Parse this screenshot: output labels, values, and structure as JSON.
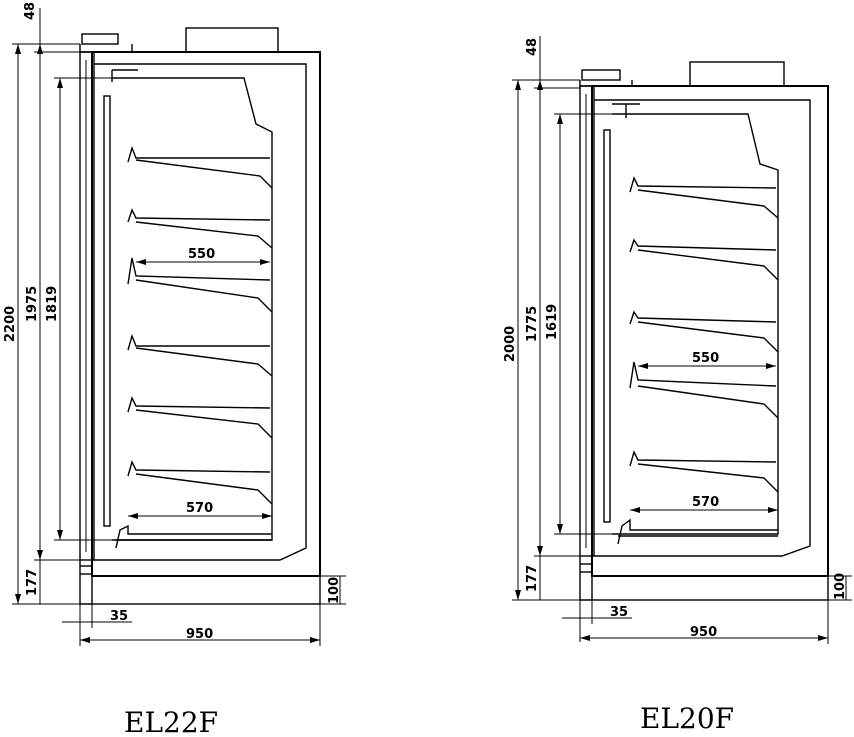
{
  "left_unit": {
    "model": "EL22F",
    "dims": {
      "total_height": "2200",
      "height_1975": "1975",
      "inner_height": "1819",
      "top": "48",
      "base": "177",
      "shelf_depth": "550",
      "bottom_depth": "570",
      "door": "35",
      "width": "950",
      "plinth": "100"
    }
  },
  "right_unit": {
    "model": "EL20F",
    "dims": {
      "total_height": "2000",
      "height_1775": "1775",
      "inner_height": "1619",
      "top": "48",
      "base": "177",
      "shelf_depth": "550",
      "bottom_depth": "570",
      "door": "35",
      "width": "950",
      "plinth": "100"
    }
  }
}
